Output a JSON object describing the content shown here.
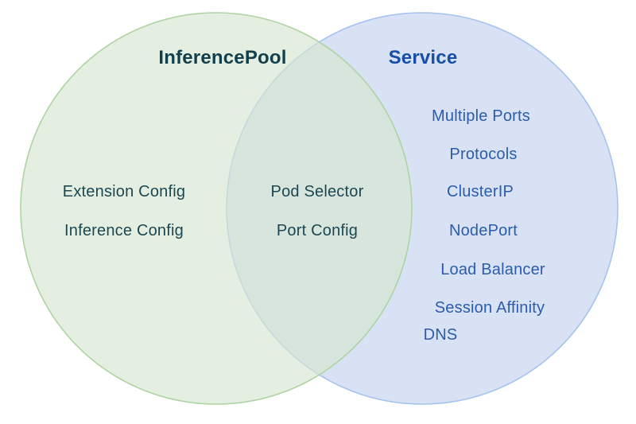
{
  "venn": {
    "inferencepool": {
      "title": "InferencePool",
      "items": [
        "Extension Config",
        "Inference Config"
      ]
    },
    "intersection": {
      "items": [
        "Pod Selector",
        "Port Config"
      ]
    },
    "service": {
      "title": "Service",
      "items": [
        "Multiple Ports",
        "Protocols",
        "ClusterIP",
        "NodePort",
        "Load Balancer",
        "Session Affinity",
        "DNS"
      ]
    },
    "colors": {
      "inferencepool_fill": "#d6e6d0",
      "inferencepool_stroke": "#aed4a2",
      "service_fill": "#d8e2f4",
      "service_stroke": "#a5c3ee",
      "inferencepool_title_text": "#123f4b",
      "inferencepool_item_text": "#1b4752",
      "service_title_text": "#174ea6",
      "service_item_text": "#2b5cad",
      "background": "#ffffff"
    }
  }
}
